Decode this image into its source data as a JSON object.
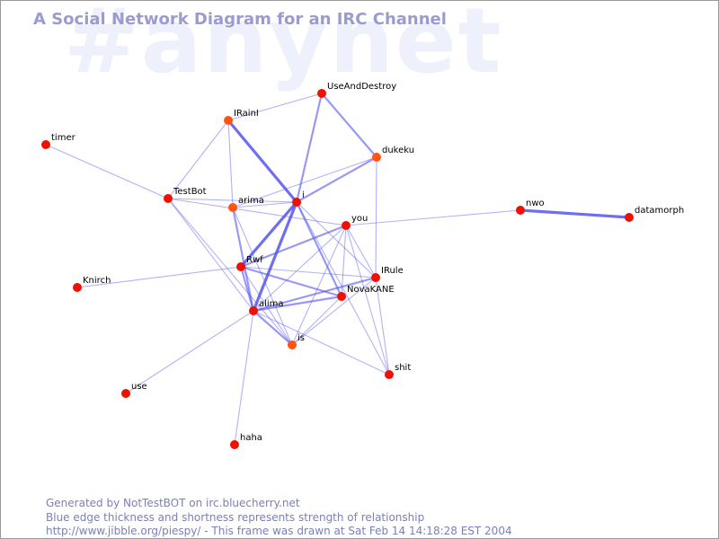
{
  "watermark": "#anynet",
  "title": "A Social Network Diagram for an IRC Channel",
  "colors": {
    "edge": "#5555ee",
    "node": "#ee1100",
    "node_alt": "#ff5511",
    "title": "#9b9bd0",
    "footer": "#7a80b8"
  },
  "nodes": [
    {
      "id": "UseAndDestroy",
      "label": "UseAndDestroy",
      "color": "red"
    },
    {
      "id": "IRainI",
      "label": "IRainI",
      "color": "orange"
    },
    {
      "id": "dukeku",
      "label": "dukeku",
      "color": "orange"
    },
    {
      "id": "timer",
      "label": "timer",
      "color": "red"
    },
    {
      "id": "TestBot",
      "label": "TestBot",
      "color": "red"
    },
    {
      "id": "arima",
      "label": "arima",
      "color": "orange"
    },
    {
      "id": "i",
      "label": "i",
      "color": "red"
    },
    {
      "id": "nwo",
      "label": "nwo",
      "color": "red"
    },
    {
      "id": "datamorph",
      "label": "datamorph",
      "color": "red"
    },
    {
      "id": "you",
      "label": "you",
      "color": "red"
    },
    {
      "id": "Rwf",
      "label": "Rwf",
      "color": "red"
    },
    {
      "id": "IRule",
      "label": "IRule",
      "color": "red"
    },
    {
      "id": "Knirch",
      "label": "Knirch",
      "color": "red"
    },
    {
      "id": "NovaKANE",
      "label": "NovaKANE",
      "color": "red"
    },
    {
      "id": "alima",
      "label": "alima",
      "color": "red"
    },
    {
      "id": "is",
      "label": "is",
      "color": "orange"
    },
    {
      "id": "shit",
      "label": "shit",
      "color": "red"
    },
    {
      "id": "use",
      "label": "use",
      "color": "red"
    },
    {
      "id": "haha",
      "label": "haha",
      "color": "red"
    }
  ],
  "edges": [
    {
      "source": "IRainI",
      "target": "i",
      "strength": 3
    },
    {
      "source": "i",
      "target": "Rwf",
      "strength": 3
    },
    {
      "source": "i",
      "target": "alima",
      "strength": 3
    },
    {
      "source": "nwo",
      "target": "datamorph",
      "strength": 3
    },
    {
      "source": "UseAndDestroy",
      "target": "dukeku",
      "strength": 2
    },
    {
      "source": "UseAndDestroy",
      "target": "i",
      "strength": 2
    },
    {
      "source": "UseAndDestroy",
      "target": "IRainI",
      "strength": 1
    },
    {
      "source": "i",
      "target": "NovaKANE",
      "strength": 2
    },
    {
      "source": "i",
      "target": "dukeku",
      "strength": 2
    },
    {
      "source": "Rwf",
      "target": "NovaKANE",
      "strength": 2
    },
    {
      "source": "Rwf",
      "target": "you",
      "strength": 2
    },
    {
      "source": "alima",
      "target": "NovaKANE",
      "strength": 2
    },
    {
      "source": "alima",
      "target": "is",
      "strength": 2
    },
    {
      "source": "alima",
      "target": "arima",
      "strength": 2
    },
    {
      "source": "Rwf",
      "target": "alima",
      "strength": 2
    },
    {
      "source": "alima",
      "target": "IRule",
      "strength": 2
    },
    {
      "source": "Rwf",
      "target": "IRule",
      "strength": 1
    },
    {
      "source": "alima",
      "target": "you",
      "strength": 1
    },
    {
      "source": "you",
      "target": "nwo",
      "strength": 1
    },
    {
      "source": "timer",
      "target": "TestBot",
      "strength": 1
    },
    {
      "source": "TestBot",
      "target": "IRainI",
      "strength": 1
    },
    {
      "source": "TestBot",
      "target": "i",
      "strength": 1
    },
    {
      "source": "TestBot",
      "target": "alima",
      "strength": 1
    },
    {
      "source": "TestBot",
      "target": "is",
      "strength": 1
    },
    {
      "source": "TestBot",
      "target": "you",
      "strength": 1
    },
    {
      "source": "arima",
      "target": "i",
      "strength": 1
    },
    {
      "source": "arima",
      "target": "dukeku",
      "strength": 1
    },
    {
      "source": "arima",
      "target": "IRainI",
      "strength": 1
    },
    {
      "source": "arima",
      "target": "is",
      "strength": 1
    },
    {
      "source": "Knirch",
      "target": "Rwf",
      "strength": 1
    },
    {
      "source": "dukeku",
      "target": "IRule",
      "strength": 1
    },
    {
      "source": "i",
      "target": "IRule",
      "strength": 1
    },
    {
      "source": "i",
      "target": "shit",
      "strength": 1
    },
    {
      "source": "you",
      "target": "IRule",
      "strength": 1
    },
    {
      "source": "you",
      "target": "is",
      "strength": 1
    },
    {
      "source": "you",
      "target": "shit",
      "strength": 1
    },
    {
      "source": "NovaKANE",
      "target": "is",
      "strength": 1
    },
    {
      "source": "IRule",
      "target": "shit",
      "strength": 1
    },
    {
      "source": "alima",
      "target": "shit",
      "strength": 1
    },
    {
      "source": "alima",
      "target": "use",
      "strength": 1
    },
    {
      "source": "alima",
      "target": "haha",
      "strength": 1
    },
    {
      "source": "Rwf",
      "target": "is",
      "strength": 1
    },
    {
      "source": "IRule",
      "target": "is",
      "strength": 1
    },
    {
      "source": "NovaKANE",
      "target": "you",
      "strength": 1
    }
  ],
  "footer": {
    "line1": "Generated by NotTestBOT on irc.bluecherry.net",
    "line2": "Blue edge thickness and shortness represents strength of relationship",
    "line3": "http://www.jibble.org/piespy/ - This frame was drawn at Sat Feb 14 14:18:28 EST 2004"
  }
}
